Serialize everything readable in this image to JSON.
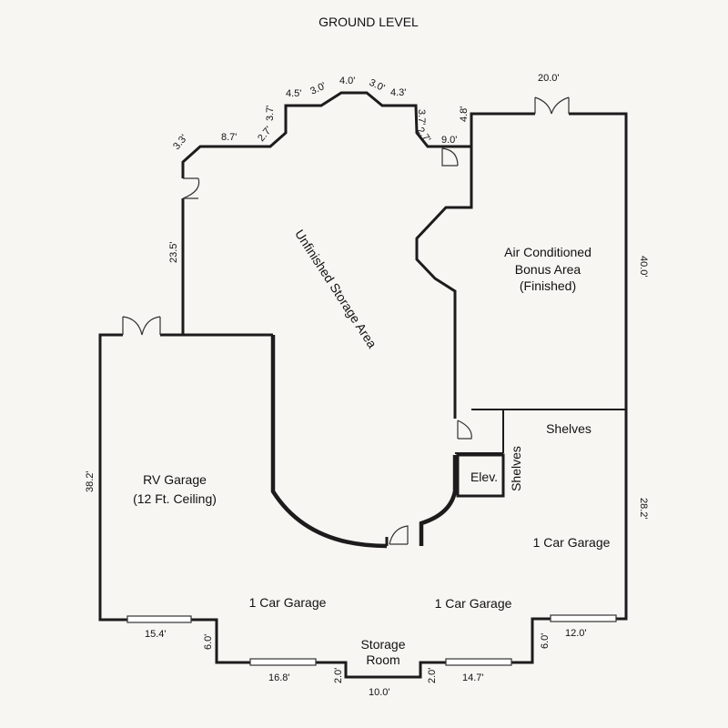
{
  "title": "GROUND LEVEL",
  "rooms": {
    "storage": "Unfinished Storage Area",
    "bonus_1": "Air Conditioned",
    "bonus_2": "Bonus Area",
    "bonus_3": "(Finished)",
    "rv_1": "RV Garage",
    "rv_2": "(12 Ft. Ceiling)",
    "elev": "Elev.",
    "shelves_h": "Shelves",
    "shelves_v": "Shelves",
    "car_right": "1 Car Garage",
    "car_left": "1 Car Garage",
    "car_mid": "1 Car Garage",
    "storage_room_1": "Storage",
    "storage_room_2": "Room"
  },
  "dimensions": {
    "d33": "3.3'",
    "d87": "8.7'",
    "d27a": "2.7'",
    "d37a": "3.7'",
    "d45": "4.5'",
    "d30a": "3.0'",
    "d40": "4.0'",
    "d30b": "3.0'",
    "d43": "4.3'",
    "d37b": "3.7'",
    "d27b": "2.7'",
    "d90": "9.0'",
    "d48": "4.8'",
    "d200": "20.0'",
    "d235": "23.5'",
    "d400": "40.0'",
    "d382": "38.2'",
    "d282": "28.2'",
    "d154": "15.4'",
    "d60a": "6.0'",
    "d168": "16.8'",
    "d20a": "2.0'",
    "d100": "10.0'",
    "d20b": "2.0'",
    "d147": "14.7'",
    "d60b": "6.0'",
    "d120": "12.0'"
  }
}
